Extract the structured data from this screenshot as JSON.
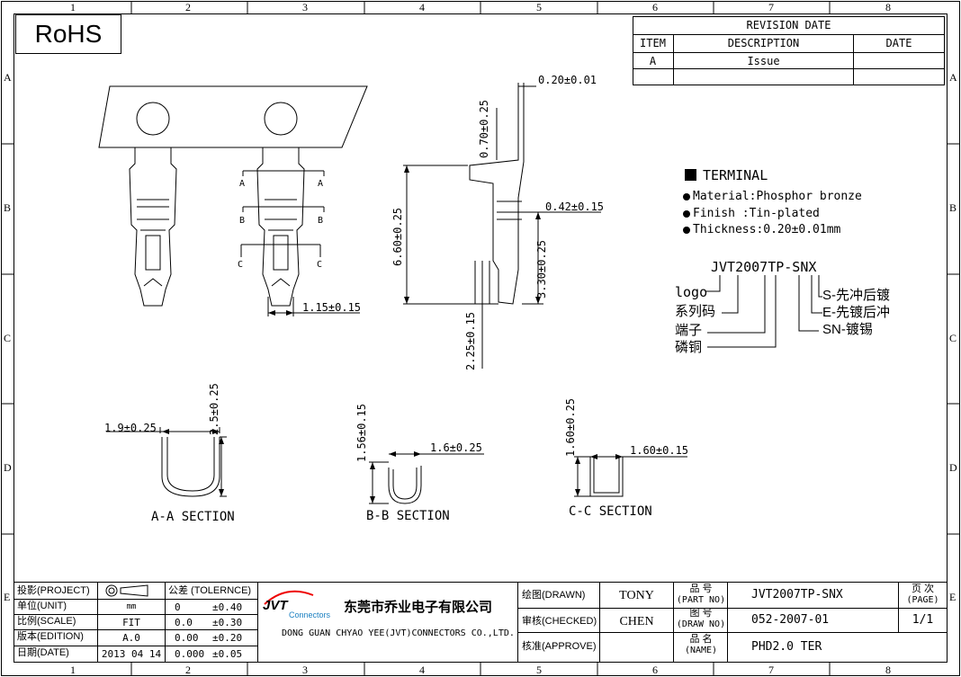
{
  "border": {
    "columns": [
      "1",
      "2",
      "3",
      "4",
      "5",
      "6",
      "7",
      "8"
    ],
    "rows": [
      "A",
      "B",
      "C",
      "D",
      "E"
    ]
  },
  "rohs_label": "RoHS",
  "revision": {
    "title": "REVISION DATE",
    "headers": {
      "item": "ITEM",
      "description": "DESCRIPTION",
      "date": "DATE"
    },
    "rows": [
      {
        "item": "A",
        "description": "Issue",
        "date": ""
      }
    ]
  },
  "specs": {
    "heading": "TERMINAL",
    "items": [
      "Material:Phosphor bronze",
      "Finish :Tin-plated",
      "Thickness:0.20±0.01mm"
    ]
  },
  "part_legend": {
    "part_number": "JVT2007TP-SNX",
    "labels": [
      "logo",
      "系列码",
      "端子",
      "磷铜"
    ],
    "suffix_labels": [
      "S-先冲后镀",
      "E-先镀后冲",
      "SN-镀锡"
    ]
  },
  "dimensions": {
    "top_thickness": "0.20±0.01",
    "tip_length": "0.70±0.25",
    "overall_length": "6.60±0.25",
    "tab_width": "0.42±0.15",
    "lower_length": "3.30±0.25",
    "bottom_length": "2.25±0.15",
    "front_width": "1.15±0.15",
    "aa_width": "1.9±0.25",
    "aa_height": "2.5±0.25",
    "bb_height": "1.56±0.15",
    "bb_width": "1.6±0.25",
    "cc_height": "1.60±0.25",
    "cc_width": "1.60±0.15"
  },
  "section_markers": {
    "a": "A",
    "b": "B",
    "c": "C"
  },
  "sections": {
    "aa": "A-A SECTION",
    "bb": "B-B SECTION",
    "cc": "C-C SECTION"
  },
  "title_block": {
    "project_label": "投影(PROJECT)",
    "unit_label": "单位(UNIT)",
    "unit_value": "mm",
    "scale_label": "比例(SCALE)",
    "scale_value": "FIT",
    "edition_label": "版本(EDITION)",
    "edition_value": "A.0",
    "date_label": "日期(DATE)",
    "date_value": "2013 04 14",
    "tolerance_title": "公差 (TOLERNCE)",
    "tolerance_rows": [
      {
        "a": "0",
        "b": "±0.40"
      },
      {
        "a": "0.0",
        "b": "±0.30"
      },
      {
        "a": "0.00",
        "b": "±0.20"
      },
      {
        "a": "0.000",
        "b": "±0.05"
      }
    ],
    "company_logo_text": "JVT",
    "company_logo_sub": "Connectors",
    "company_cn": "东莞市乔业电子有限公司",
    "company_en": "DONG GUAN CHYAO YEE(JVT)CONNECTORS CO.,LTD.",
    "drawn_label": "绘图(DRAWN)",
    "drawn_value": "TONY",
    "checked_label": "审核(CHECKED)",
    "checked_value": "CHEN",
    "approve_label": "核准(APPROVE)",
    "approve_value": "",
    "part_no_label_cn": "品 号",
    "part_no_label": "(PART NO)",
    "part_no_value": "JVT2007TP-SNX",
    "draw_no_label_cn": "图 号",
    "draw_no_label": "(DRAW NO)",
    "draw_no_value": "052-2007-01",
    "name_label_cn": "品 名",
    "name_label": "(NAME)",
    "name_value": "PHD2.0 TER",
    "page_label_cn": "页 次",
    "page_label": "(PAGE)",
    "page_value": "1/1"
  }
}
